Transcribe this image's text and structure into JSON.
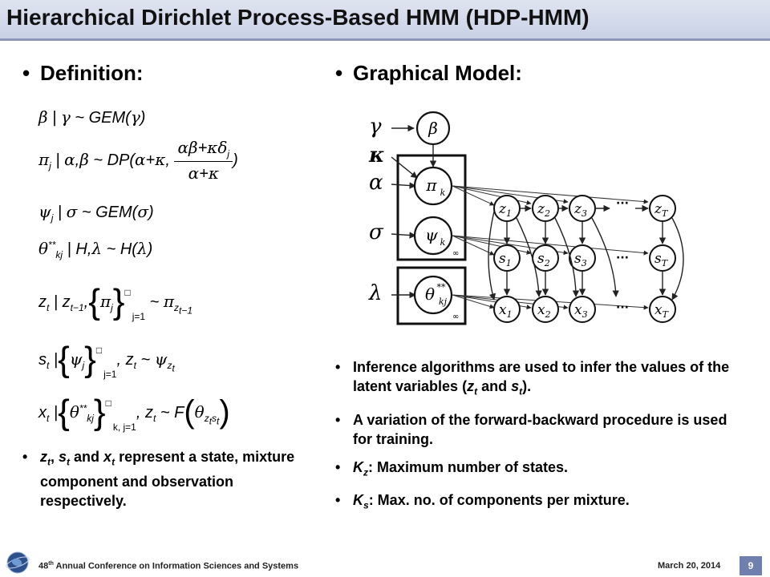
{
  "slide": {
    "title": "Hierarchical Dirichlet Process-Based HMM (HDP-HMM)",
    "left_heading": "Definition:",
    "right_heading": "Graphical Model:",
    "left_bullet": {
      "z": "z",
      "z_sub": "t",
      "s": "s",
      "s_sub": "t",
      "and": " and ",
      "x": "x",
      "x_sub": "t",
      "text": " represent a state, mixture component and observation respectively."
    },
    "right_bullets": [
      {
        "pre": "Inference algorithms are used to infer the values of the latent variables (",
        "v1": "z",
        "v1_sub": "t",
        "mid": " and ",
        "v2": "s",
        "v2_sub": "t",
        "post": ")."
      },
      {
        "text": "A variation of the forward-backward procedure is used for training."
      },
      {
        "k": "K",
        "k_sub": "z",
        "text": ": Maximum number of states."
      },
      {
        "k": "K",
        "k_sub": "s",
        "text": ": Max. no. of components per mixture."
      }
    ]
  },
  "graphical_model": {
    "hyperparameters": [
      "γ",
      "κ",
      "α",
      "σ",
      "λ"
    ],
    "top_node": "β",
    "plate_nodes": [
      "π",
      "ψ",
      "θ"
    ],
    "plate_node_subs": [
      "k",
      "k",
      "kj"
    ],
    "theta_sup": "**",
    "plate_label": "∞",
    "rows": [
      {
        "var": "z",
        "subs": [
          "1",
          "2",
          "3",
          "T"
        ]
      },
      {
        "var": "s",
        "subs": [
          "1",
          "2",
          "3",
          "T"
        ]
      },
      {
        "var": "x",
        "subs": [
          "1",
          "2",
          "3",
          "T"
        ]
      }
    ],
    "ellipsis": "···"
  },
  "footer": {
    "conf_prefix": "48",
    "conf_sup": "th",
    "conf_text": " Annual Conference on Information Sciences and Systems",
    "date": "March 20, 2014",
    "page": "9"
  }
}
